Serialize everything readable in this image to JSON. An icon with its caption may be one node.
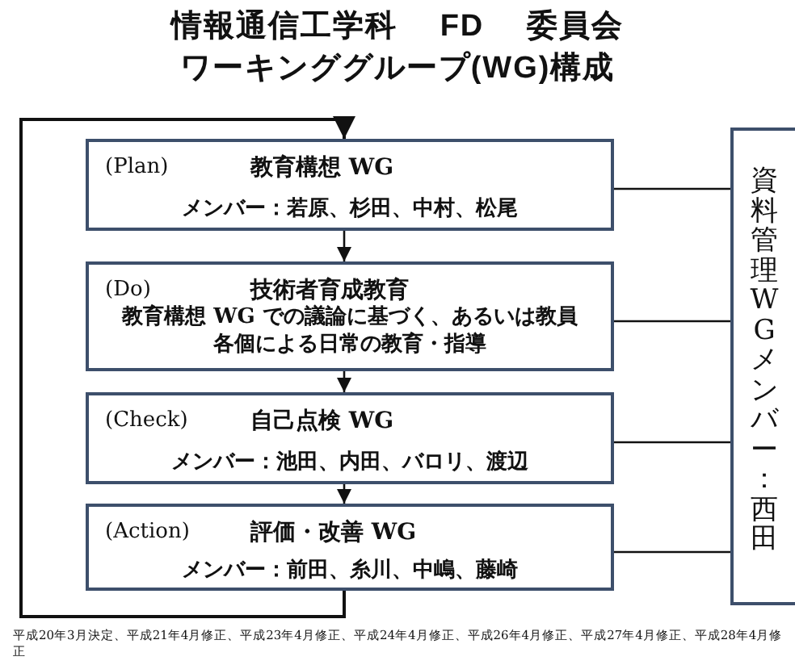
{
  "diagram": {
    "title": "情報通信工学科 FD 委員会ワーキンググループ(WG)構成",
    "nodes": [
      {
        "text": [
          "(Plan)",
          "教育構想 WG",
          "メンバー：若原、杉田、中村、松尾"
        ]
      },
      {
        "text": [
          "(Do)",
          "技術者育成教育",
          "教育構想 WG での議論に基づく、あるいは教員各個による日常の教育・指導"
        ]
      },
      {
        "text": [
          "(Check)",
          "自己点検 WG",
          "メンバー：池田、内田、バロリ、渡辺"
        ]
      },
      {
        "text": [
          "(Action)",
          "評価・改善 WG",
          "メンバー：前田、糸川、中嶋、藤崎"
        ]
      },
      {
        "text": [
          "資料管理WG メンバー：西田"
        ]
      }
    ],
    "edges": [
      {
        "from": 0,
        "to": 1,
        "arrow": "to"
      },
      {
        "from": 1,
        "to": 2,
        "arrow": "to"
      },
      {
        "from": 2,
        "to": 3,
        "arrow": "to"
      },
      {
        "from": 3,
        "to": 0,
        "arrow": "to"
      },
      {
        "from": 0,
        "to": 4,
        "arrow": "none"
      },
      {
        "from": 1,
        "to": 4,
        "arrow": "none"
      },
      {
        "from": 2,
        "to": 4,
        "arrow": "none"
      },
      {
        "from": 3,
        "to": 4,
        "arrow": "none"
      }
    ],
    "caption": "平成20年3月決定、平成21年4月修正、平成23年4月修正、平成24年4月修正、平成26年4月修正、平成27年4月修正、平成28年4月修正"
  }
}
